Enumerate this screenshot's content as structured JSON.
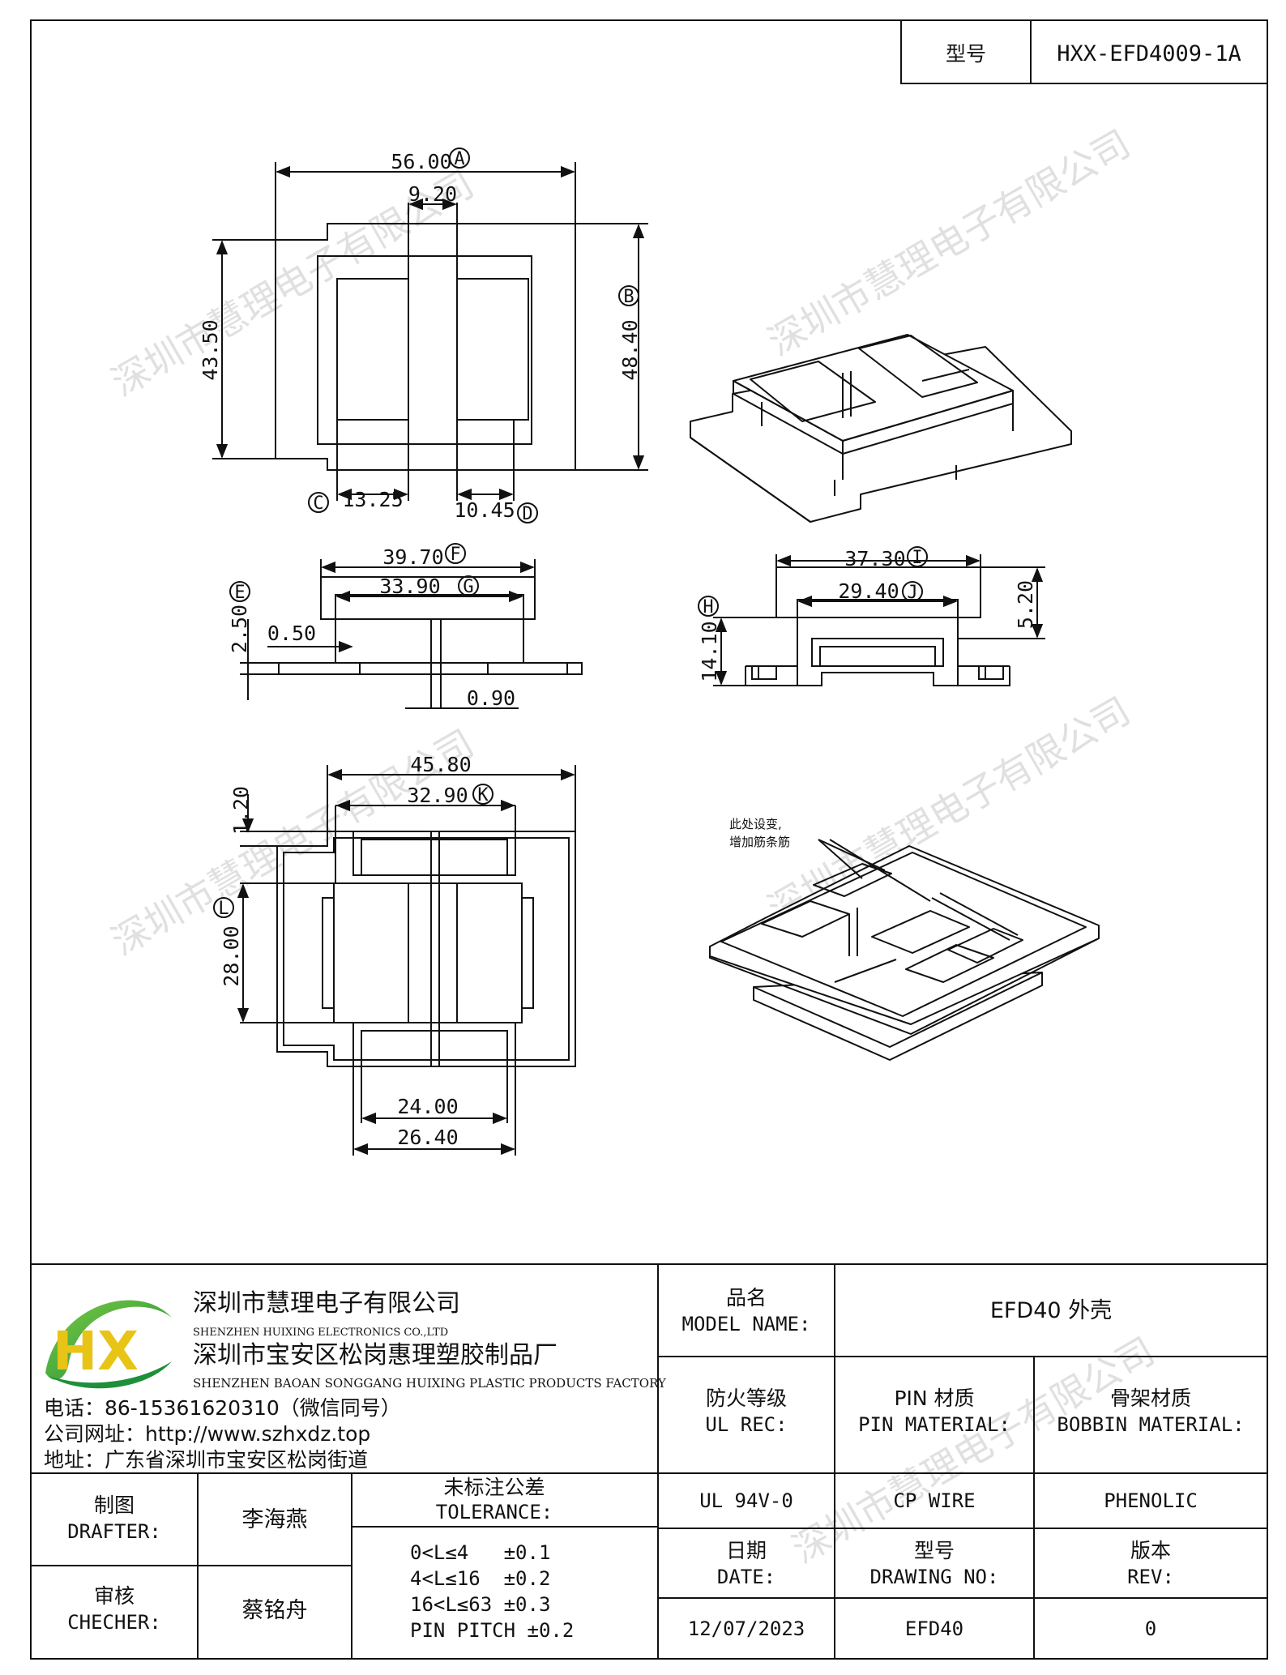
{
  "header": {
    "model_label": "型号",
    "model_value": "HXX-EFD4009-1A"
  },
  "watermark": "深圳市慧理电子有限公司",
  "top_view": {
    "dims": {
      "width": "56.00",
      "center": "9.20",
      "height_left": "43.50",
      "height_right": "48.40",
      "left_gap": "13.25",
      "right_gap": "10.45"
    },
    "labels": {
      "a": "A",
      "b": "B",
      "c": "C",
      "d": "D"
    }
  },
  "front_view": {
    "dims": {
      "top": "39.70",
      "inner": "33.90",
      "height": "2.50",
      "step": "0.50",
      "pin": "0.90"
    },
    "labels": {
      "f": "F",
      "g": "G",
      "e": "E"
    }
  },
  "side_view": {
    "dims": {
      "top": "37.30",
      "inner": "29.40",
      "height": "14.10",
      "right": "5.20"
    },
    "labels": {
      "i": "I",
      "j": "J",
      "h": "H"
    }
  },
  "bottom_view": {
    "dims": {
      "width": "45.80",
      "inner": "32.90",
      "offset": "1.20",
      "height": "28.00",
      "lower1": "24.00",
      "lower2": "26.40"
    },
    "labels": {
      "k": "K",
      "l": "L"
    }
  },
  "iso_note": {
    "line1": "此处设变,",
    "line2": "增加筋条筋"
  },
  "company": {
    "name_cn": "深圳市慧理电子有限公司",
    "name_en": "SHENZHEN HUIXING ELECTRONICS CO.,LTD",
    "factory_cn": "深圳市宝安区松岗惠理塑胶制品厂",
    "factory_en": "SHENZHEN BAOAN SONGGANG HUIXING PLASTIC PRODUCTS FACTORY",
    "phone": "电话：86-15361620310（微信同号）",
    "website": "公司网址：http://www.szhxdz.top",
    "address": "地址：广东省深圳市宝安区松岗街道",
    "logo_text": "HX"
  },
  "title_block": {
    "model_name_cn": "品名",
    "model_name_en": "MODEL NAME:",
    "model_name_value": "EFD40 外壳",
    "ul_cn": "防火等级",
    "ul_en": "UL REC:",
    "ul_value": "UL 94V-0",
    "pin_cn": "PIN 材质",
    "pin_en": "PIN MATERIAL:",
    "pin_value": "CP WIRE",
    "bobbin_cn": "骨架材质",
    "bobbin_en": "BOBBIN MATERIAL:",
    "bobbin_value": "PHENOLIC",
    "drafter_cn": "制图",
    "drafter_en": "DRAFTER:",
    "drafter_value": "李海燕",
    "checker_cn": "审核",
    "checker_en": "CHECHER:",
    "checker_value": "蔡铭舟",
    "tolerance_cn": "未标注公差",
    "tolerance_en": "TOLERANCE:",
    "tolerances": [
      "0<L≤4   ±0.1",
      "4<L≤16  ±0.2",
      "16<L≤63 ±0.3",
      "PIN PITCH ±0.2"
    ],
    "date_cn": "日期",
    "date_en": "DATE:",
    "date_value": "12/07/2023",
    "drawing_cn": "型号",
    "drawing_en": "DRAWING NO:",
    "drawing_value": "EFD40",
    "rev_cn": "版本",
    "rev_en": "REV:",
    "rev_value": "0"
  }
}
